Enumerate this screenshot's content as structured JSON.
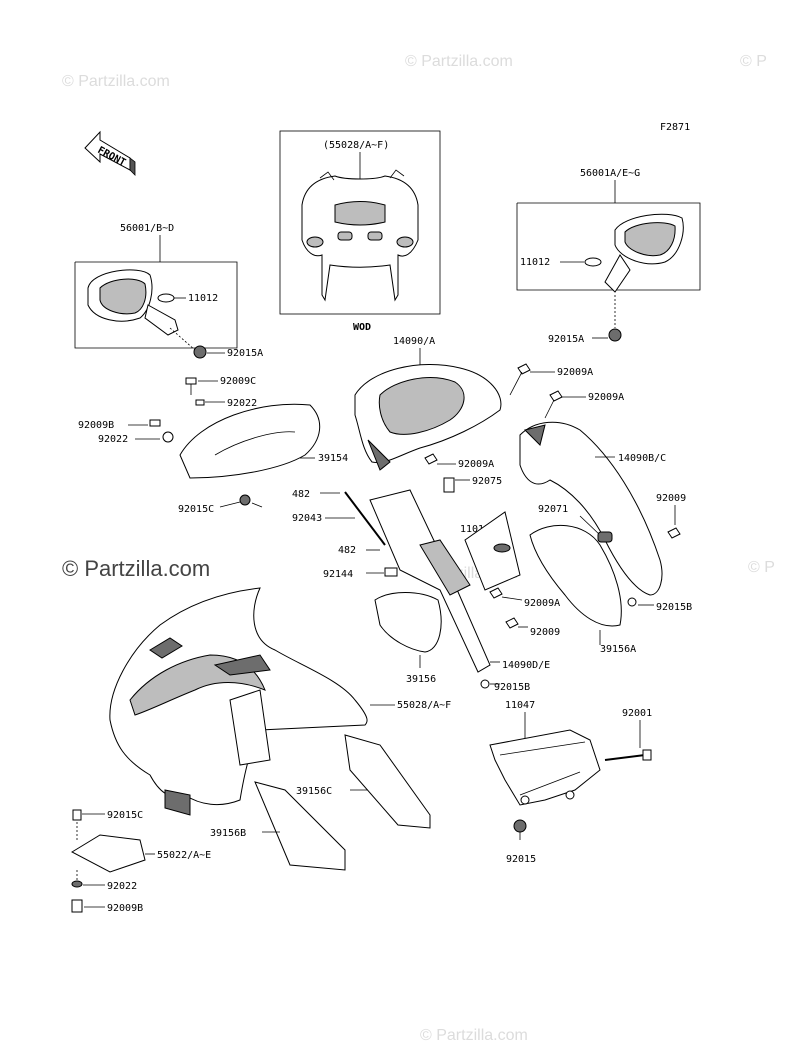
{
  "figure_code": "F2871",
  "front_label": "FRONT",
  "wod_label": "WOD",
  "watermarks": {
    "top_left": "© Partzilla.com",
    "top_center": "© Partzilla.com",
    "top_right": "© P",
    "mid_left": "© Partzilla.com",
    "mid_center": "© Partzilla.com",
    "mid_right": "© P",
    "bottom_center": "© Partzilla.com"
  },
  "labels": {
    "p55028_box": "(55028/A~F)",
    "p56001_left": "56001/B~D",
    "p11012_left": "11012",
    "p92015a_left": "92015A",
    "p56001_right": "56001A/E~G",
    "p11012_right": "11012",
    "p92015a_right": "92015A",
    "p14090a": "14090/A",
    "p92009a_1": "92009A",
    "p92009a_2": "92009A",
    "p92009a_3": "92009A",
    "p92009a_4": "92009A",
    "p92009c": "92009C",
    "p92022_1": "92022",
    "p92009b_1": "92009B",
    "p92022_2": "92022",
    "p39154": "39154",
    "p92015c_1": "92015C",
    "p14090bc": "14090B/C",
    "p92075": "92075",
    "p482_1": "482",
    "p92043": "92043",
    "p11012ab": "11012A/B",
    "p92071": "92071",
    "p92009_1": "92009",
    "p482_2": "482",
    "p92144": "92144",
    "p92015b_1": "92015B",
    "p92009_2": "92009",
    "p39156a": "39156A",
    "p39156": "39156",
    "p14090de": "14090D/E",
    "p92015b_2": "92015B",
    "p55028": "55028/A~F",
    "p11047": "11047",
    "p92001": "92001",
    "p39156c": "39156C",
    "p39156b": "39156B",
    "p92015c_2": "92015C",
    "p55022": "55022/A~E",
    "p92022_3": "92022",
    "p92009b_2": "92009B",
    "p92015": "92015"
  }
}
